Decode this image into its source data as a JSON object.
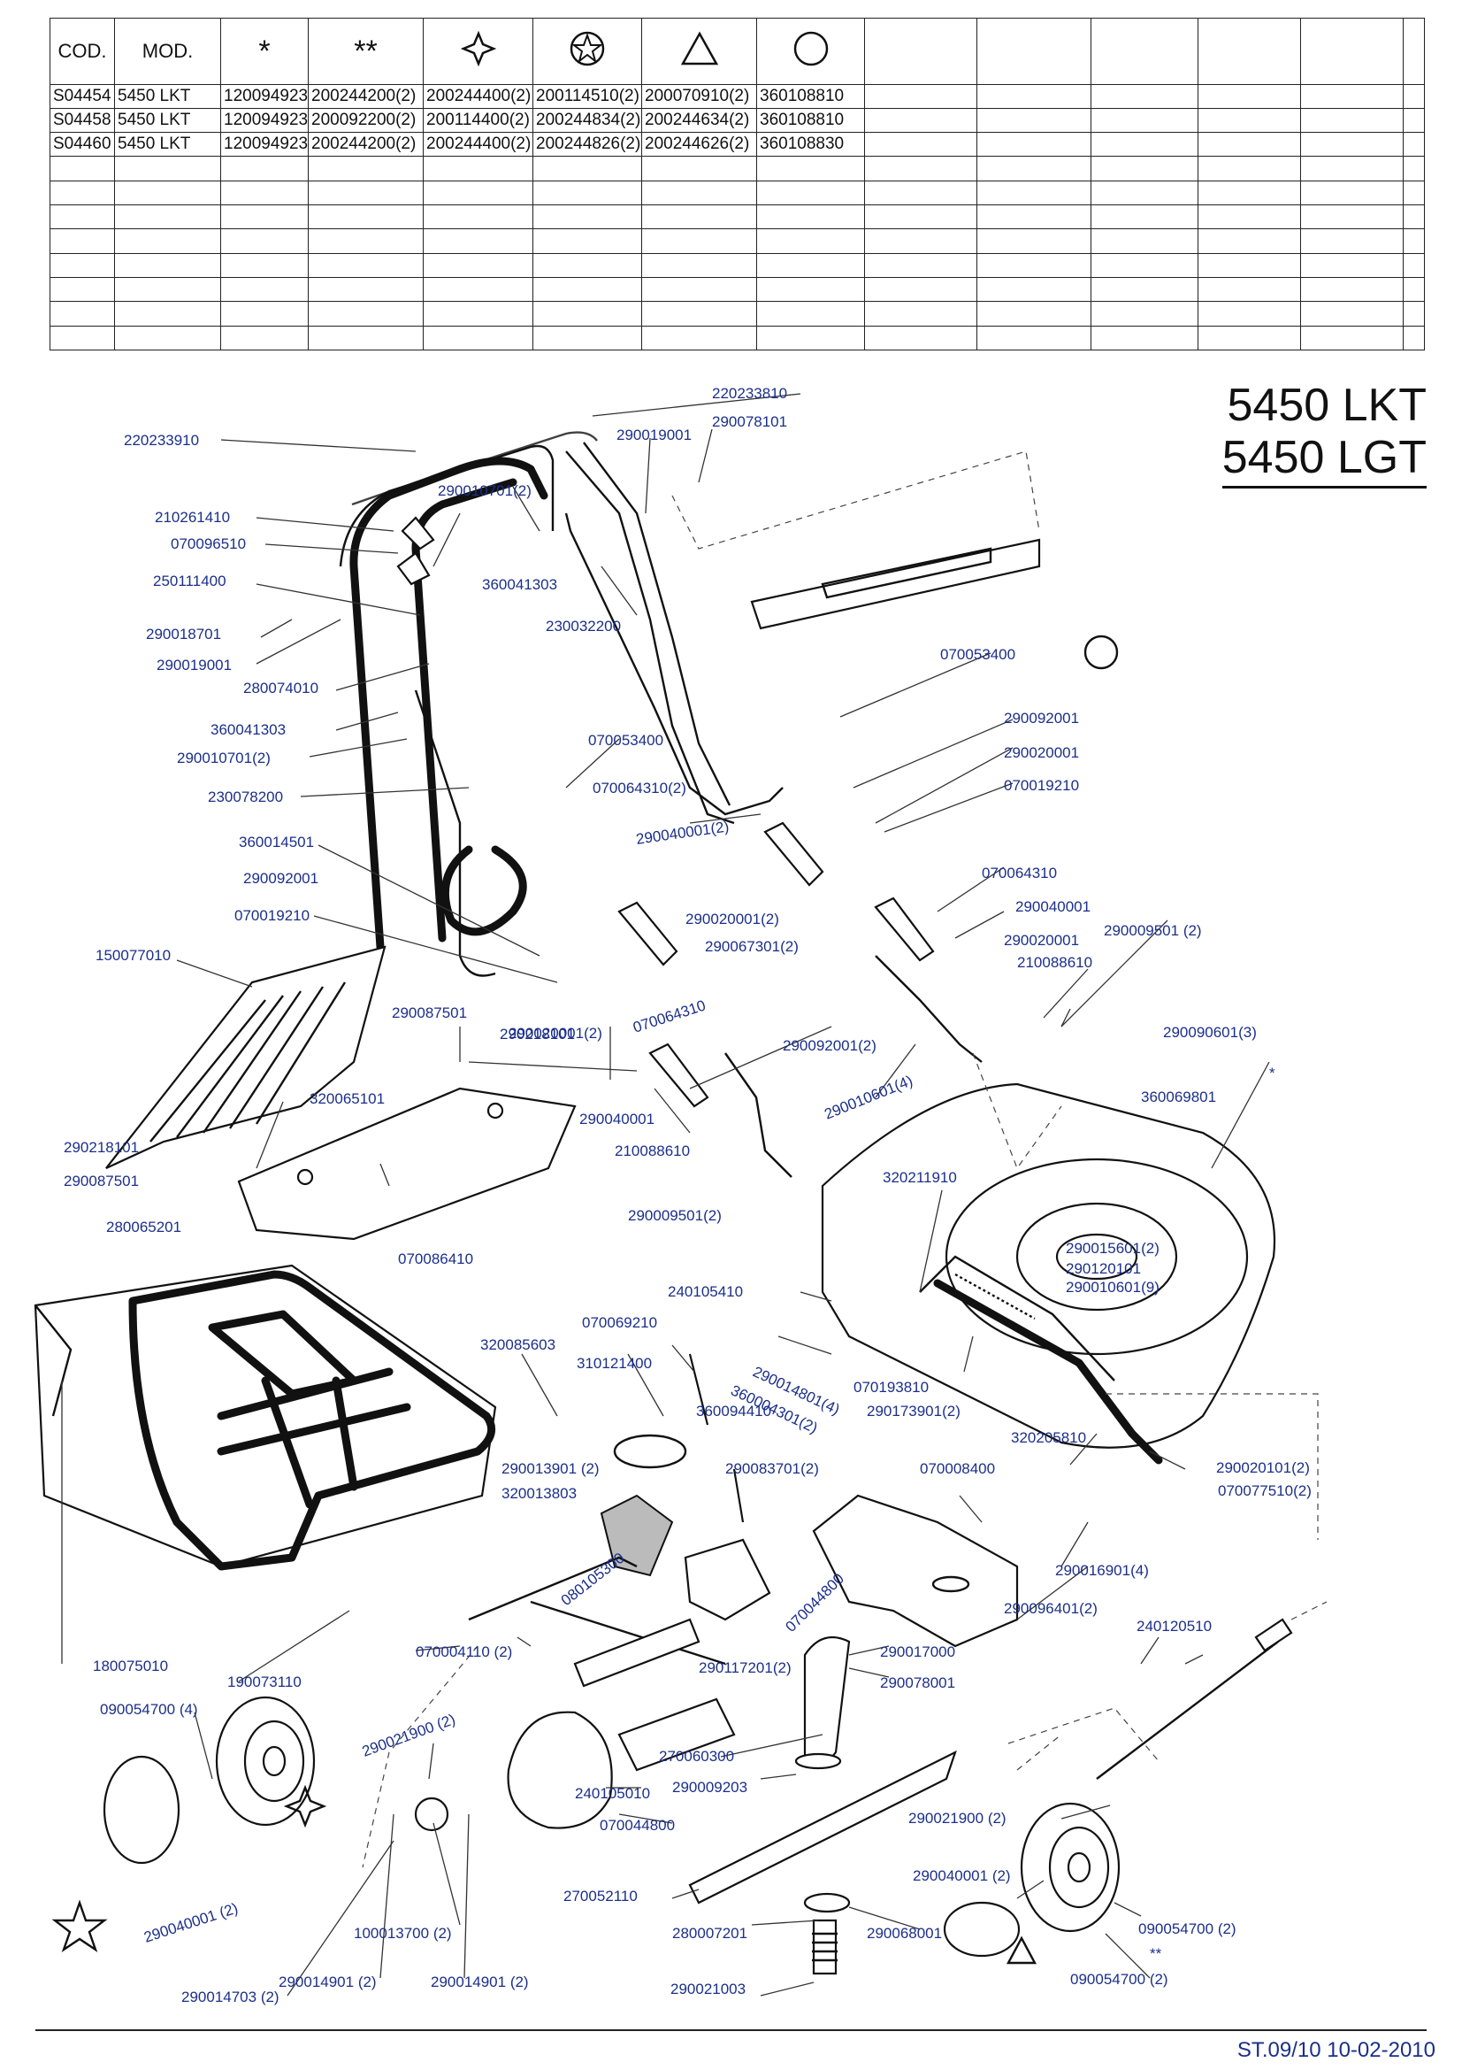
{
  "table": {
    "headers": [
      "COD.",
      "MOD.",
      "*",
      "**",
      "4-point-star-icon",
      "star-circle-icon",
      "triangle-icon",
      "circle-icon"
    ],
    "rows": [
      [
        "S04454",
        "5450 LKT",
        "120094923",
        "200244200(2)",
        "200244400(2)",
        "200114510(2)",
        "200070910(2)",
        "360108810"
      ],
      [
        "S04458",
        "5450 LKT",
        "120094923",
        "200092200(2)",
        "200114400(2)",
        "200244834(2)",
        "200244634(2)",
        "360108810"
      ],
      [
        "S04460",
        "5450 LKT",
        "120094923",
        "200244200(2)",
        "200244400(2)",
        "200244826(2)",
        "200244626(2)",
        "360108830"
      ]
    ]
  },
  "title": {
    "line1": "5450 LKT",
    "line2": "5450 LGT"
  },
  "footer": "ST.09/10   10-02-2010",
  "labels": {
    "l01": "220233810",
    "l02": "220233910",
    "l03": "290019001",
    "l04": "290078101",
    "l05": "290010701(2)",
    "l06": "210261410",
    "l07": "070096510",
    "l08": "250111400",
    "l09": "360041303",
    "l10": "230032200",
    "l11": "290018701",
    "l12": "290019001",
    "l13": "280074010",
    "l14": "070053400",
    "l15": "360041303",
    "l16": "290010701(2)",
    "l17": "230078200",
    "l18": "070053400",
    "l19": "290092001",
    "l20": "290020001",
    "l21": "070064310(2)",
    "l22": "070019210",
    "l23": "290040001(2)",
    "l24": "360014501",
    "l25": "070064310",
    "l26": "290092001",
    "l27": "290020001(2)",
    "l28": "290040001",
    "l29": "070019210",
    "l30": "290067301(2)",
    "l31": "290020001",
    "l32": "290009501 (2)",
    "l33": "210088610",
    "l34": "150077010",
    "l35": "290087501",
    "l36": "290020001(2)",
    "l37": "070064310",
    "l38": "290092001(2)",
    "l39": "290090601(3)",
    "l40": "290218101",
    "l41": "290010601(4)",
    "l42": "360069801",
    "l43": "320065101",
    "l44": "290040001",
    "l45": "290218101",
    "l46": "210088610",
    "l47": "290087501",
    "l48": "320211910",
    "l49": "290009501(2)",
    "l50": "280065201",
    "l51": "290015601(2)",
    "l52": "290120101",
    "l53": "290010601(9)",
    "l54": "070086410",
    "l55": "240105410",
    "l56": "070069210",
    "l57": "320085603",
    "l58": "310121400",
    "l59": "290014801(4)",
    "l60": "360004301(2)",
    "l61": "070193810",
    "l62": "290173901(2)",
    "l63": "360094410",
    "l64": "320205810",
    "l65": "290020101(2)",
    "l66": "290013901 (2)",
    "l67": "290083701(2)",
    "l68": "070008400",
    "l69": "070077510(2)",
    "l70": "320013803",
    "l71": "290016901(4)",
    "l72": "080105300",
    "l73": "070044800",
    "l74": "290096401(2)",
    "l75": "240120510",
    "l76": "180075010",
    "l77": "190073110",
    "l78": "070004110 (2)",
    "l79": "290117201(2)",
    "l80": "290017000",
    "l81": "290078001",
    "l82": "090054700 (4)",
    "l83": "290021900 (2)",
    "l84": "270060300",
    "l85": "290009203",
    "l86": "240105010",
    "l87": "070044800",
    "l88": "290021900 (2)",
    "l89": "290040001 (2)",
    "l90": "290040001 (2)",
    "l91": "270052110",
    "l92": "100013700 (2)",
    "l93": "280007201",
    "l94": "290068001",
    "l95": "090054700 (2)",
    "l96": "290014901 (2)",
    "l97": "290014901 (2)",
    "l98": "290021003",
    "l99": "090054700 (2)",
    "l100": "290014703 (2)",
    "s1": "*",
    "s2": "**"
  }
}
